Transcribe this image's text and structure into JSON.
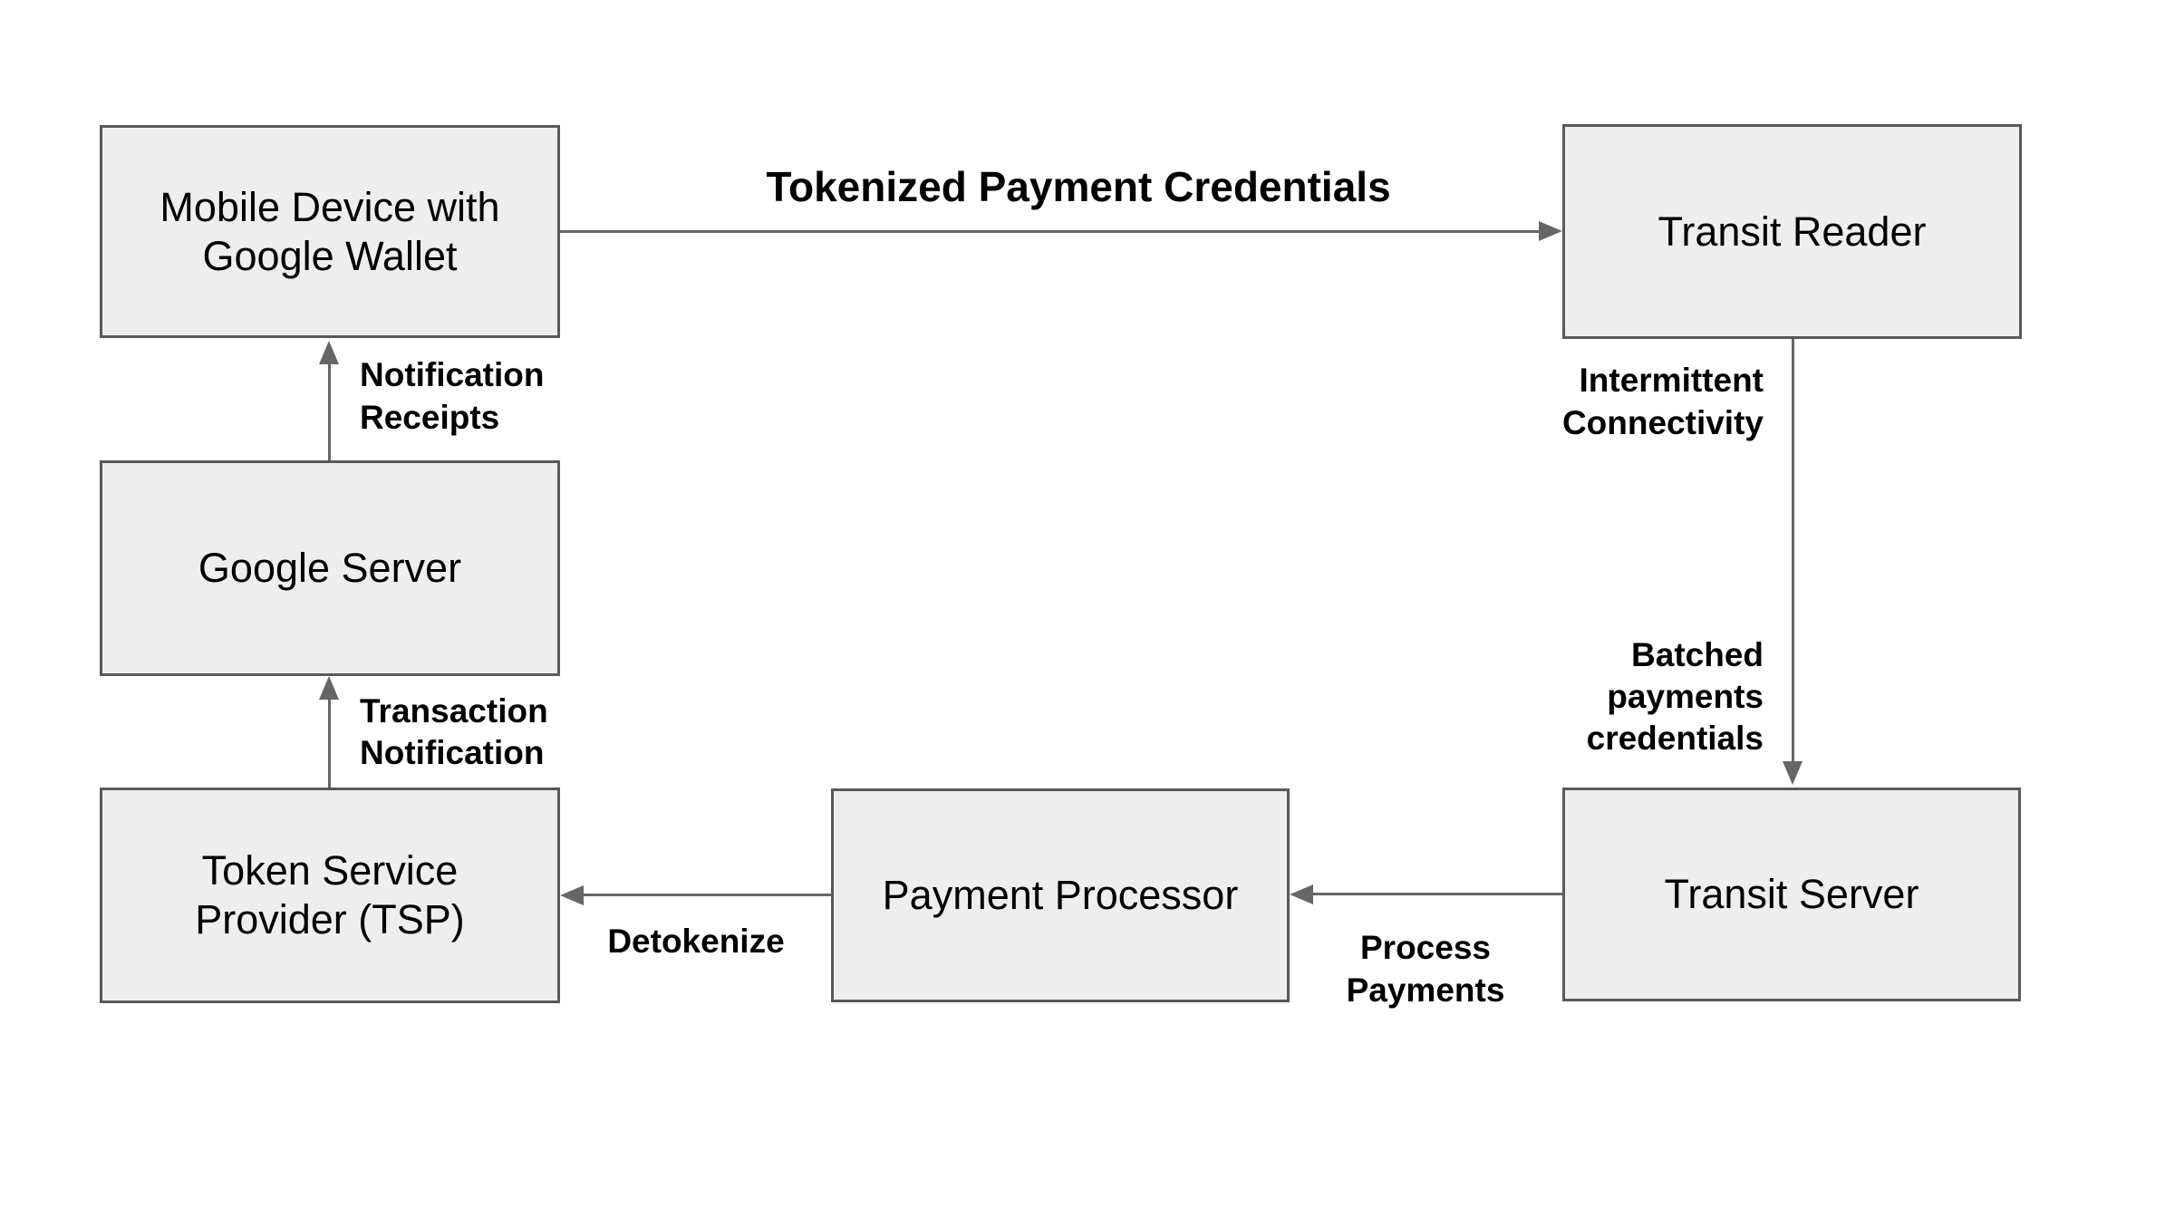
{
  "colors": {
    "background": "#ffffff",
    "box_fill": "#eeeeee",
    "box_border": "#595959",
    "arrow": "#666666",
    "text": "#000000"
  },
  "nodes": [
    {
      "id": "mobile-device",
      "label": "Mobile Device with Google Wallet"
    },
    {
      "id": "transit-reader",
      "label": "Transit Reader"
    },
    {
      "id": "google-server",
      "label": "Google Server"
    },
    {
      "id": "token-service-provider",
      "label": "Token Service Provider (TSP)"
    },
    {
      "id": "payment-processor",
      "label": "Payment Processor"
    },
    {
      "id": "transit-server",
      "label": "Transit Server"
    }
  ],
  "edges": [
    {
      "from": "mobile-device",
      "to": "transit-reader",
      "label": "Tokenized Payment Credentials"
    },
    {
      "from": "transit-reader",
      "to": "transit-server",
      "label": "Intermittent Connectivity",
      "label_mid": "Batched payments credentials"
    },
    {
      "from": "transit-server",
      "to": "payment-processor",
      "label": "Process Payments"
    },
    {
      "from": "payment-processor",
      "to": "token-service-provider",
      "label": "Detokenize"
    },
    {
      "from": "token-service-provider",
      "to": "google-server",
      "label": "Transaction Notification"
    },
    {
      "from": "google-server",
      "to": "mobile-device",
      "label": "Notification Receipts"
    }
  ]
}
